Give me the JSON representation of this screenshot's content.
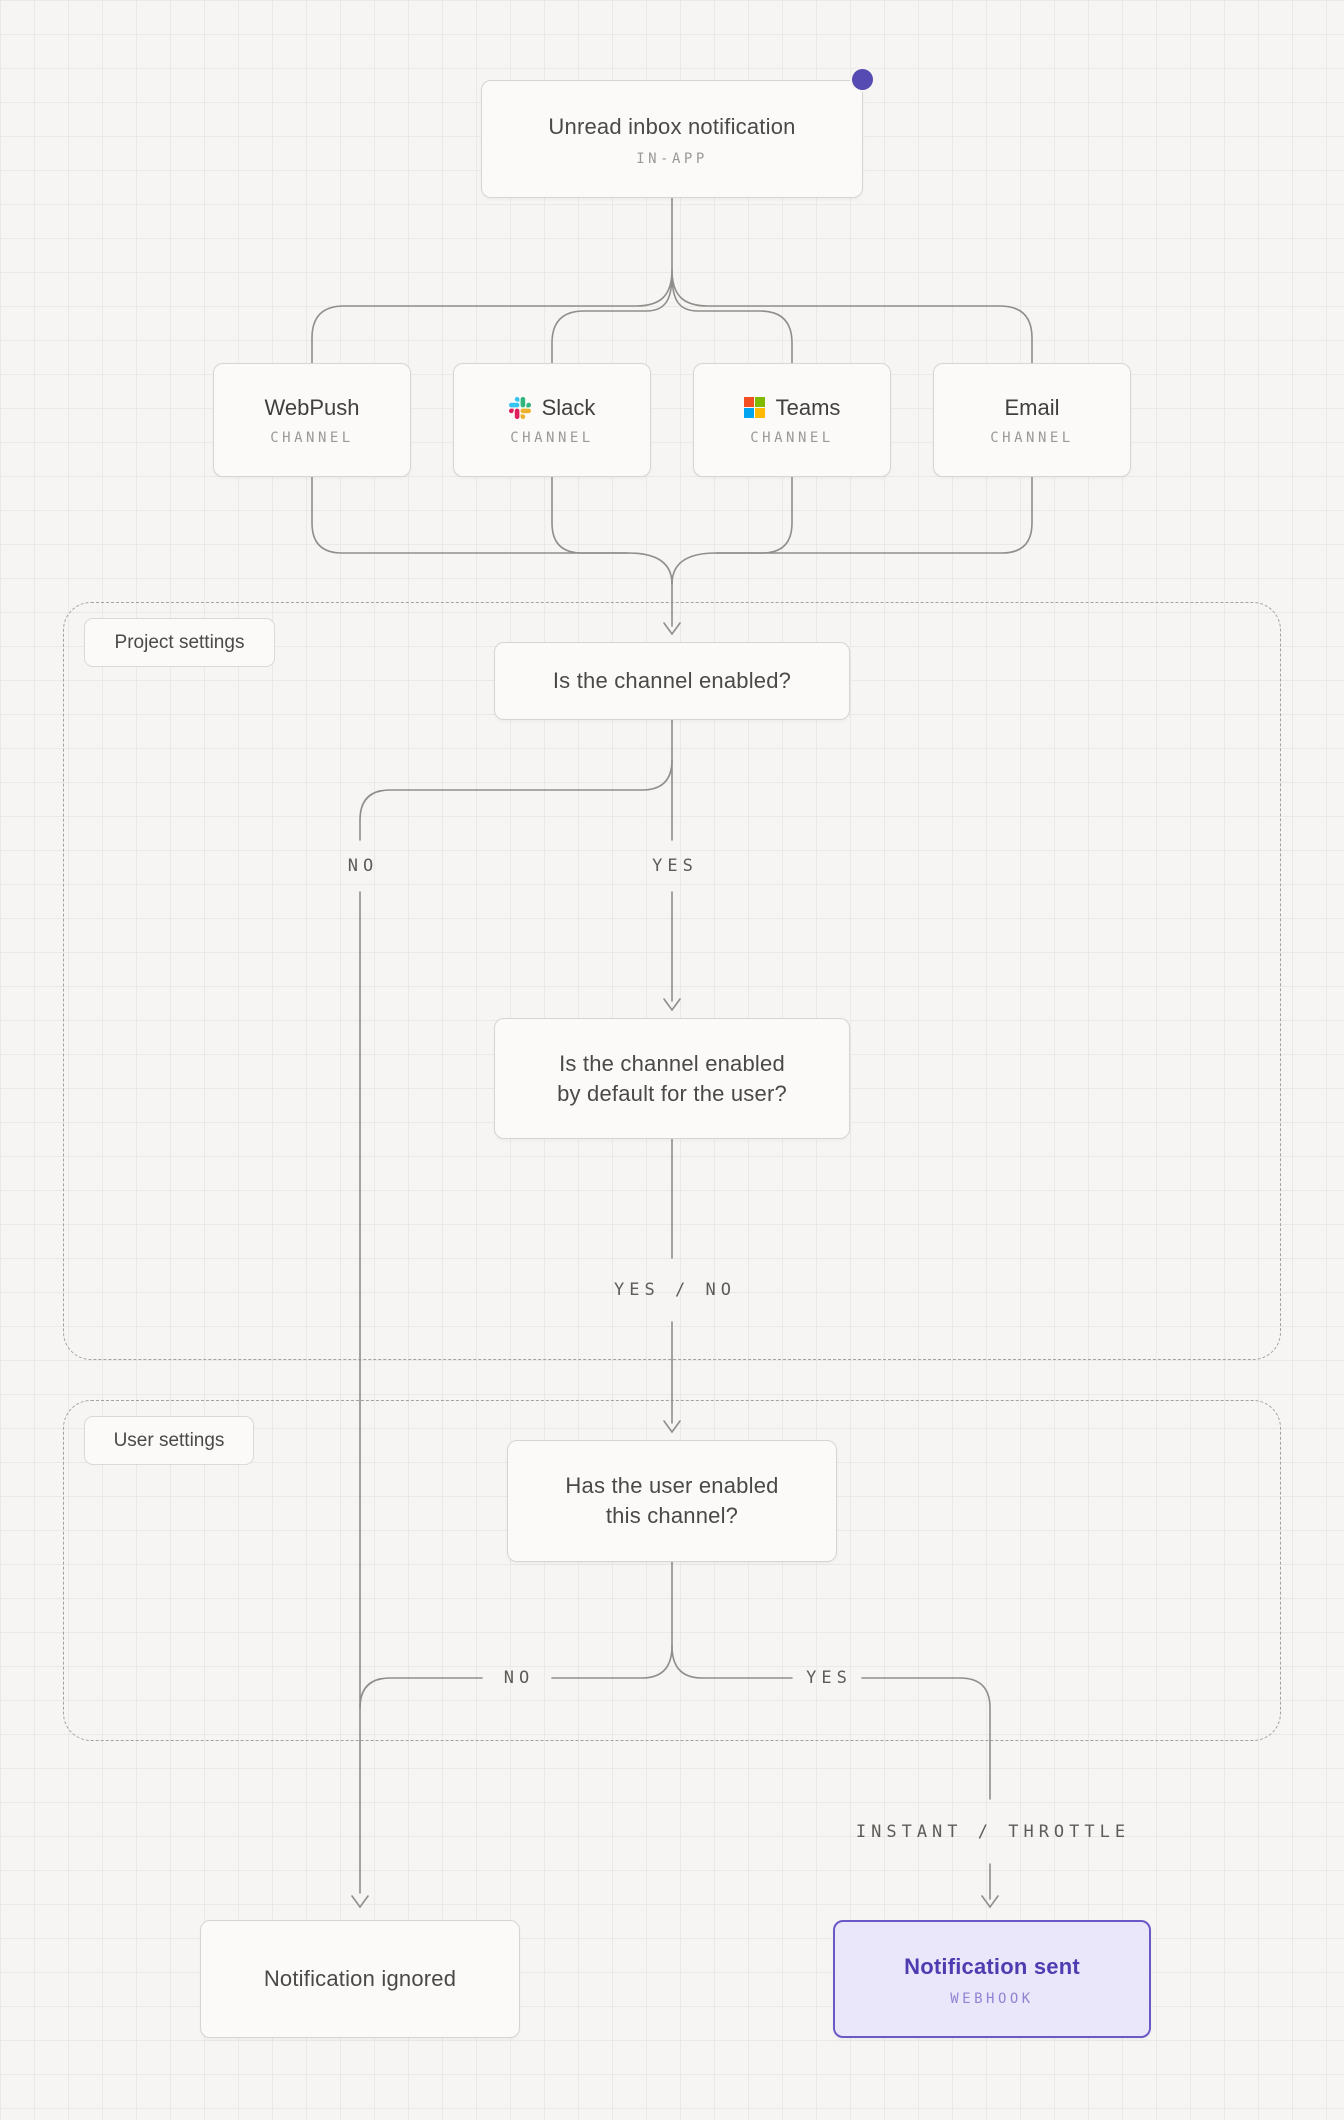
{
  "diagram": {
    "source_node": {
      "title": "Unread inbox notification",
      "tag": "IN-APP"
    },
    "channel_nodes": [
      {
        "title": "WebPush",
        "tag": "CHANNEL",
        "icon": null
      },
      {
        "title": "Slack",
        "tag": "CHANNEL",
        "icon": "slack-logo"
      },
      {
        "title": "Teams",
        "tag": "CHANNEL",
        "icon": "microsoft-logo"
      },
      {
        "title": "Email",
        "tag": "CHANNEL",
        "icon": null
      }
    ],
    "groups": {
      "project": {
        "label": "Project settings"
      },
      "user": {
        "label": "User settings"
      }
    },
    "decision_nodes": {
      "q1": {
        "title": "Is the channel enabled?"
      },
      "q2": {
        "line1": "Is the channel enabled",
        "line2": "by default for the user?"
      },
      "q3": {
        "line1": "Has the user enabled",
        "line2": "this channel?"
      }
    },
    "outcome_nodes": {
      "ignored": {
        "title": "Notification ignored"
      },
      "sent": {
        "title": "Notification sent",
        "tag": "WEBHOOK"
      }
    },
    "edge_labels": {
      "q1_no": "NO",
      "q1_yes": "YES",
      "q2_result": "YES / NO",
      "q3_no": "NO",
      "q3_yes": "YES",
      "sent_mode": "INSTANT / THROTTLE"
    },
    "colors": {
      "accent_purple": "#564ab3",
      "sent_border": "#6c59c7",
      "sent_background": "#ebe7fa",
      "sent_text": "#4e3db0",
      "sent_tag": "#9183d3",
      "connector": "#908e8b",
      "slack_logo": [
        "#36C5F0",
        "#2EB67D",
        "#ECB22E",
        "#E01E5A"
      ],
      "microsoft_logo": [
        "#f25022",
        "#7fba00",
        "#00a4ef",
        "#ffb900"
      ]
    }
  }
}
